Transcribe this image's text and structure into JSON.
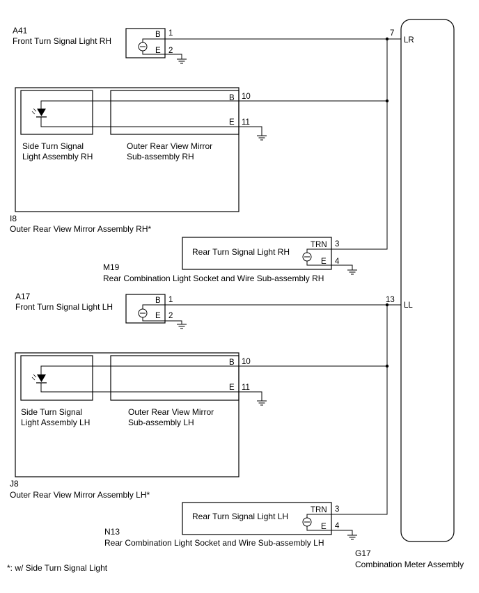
{
  "components": {
    "a41": {
      "code": "A41",
      "name": "Front Turn Signal Light RH",
      "pin_b": "B",
      "pin_e": "E",
      "pin_1": "1",
      "pin_2": "2"
    },
    "i8": {
      "side_name_1": "Side Turn Signal",
      "side_name_2": "Light Assembly RH",
      "mirror_name_1": "Outer Rear View Mirror",
      "mirror_name_2": "Sub-assembly RH",
      "pin_b": "B",
      "pin_e": "E",
      "pin_10": "10",
      "pin_11": "11",
      "code": "I8",
      "name": "Outer Rear View Mirror Assembly RH*"
    },
    "m19": {
      "inner": "Rear Turn Signal Light RH",
      "pin_trn": "TRN",
      "pin_e": "E",
      "pin_3": "3",
      "pin_4": "4",
      "code": "M19",
      "name": "Rear Combination Light Socket and Wire Sub-assembly RH"
    },
    "a17": {
      "code": "A17",
      "name": "Front Turn Signal Light LH",
      "pin_b": "B",
      "pin_e": "E",
      "pin_1": "1",
      "pin_2": "2"
    },
    "j8": {
      "side_name_1": "Side Turn Signal",
      "side_name_2": "Light Assembly LH",
      "mirror_name_1": "Outer Rear View Mirror",
      "mirror_name_2": "Sub-assembly LH",
      "pin_b": "B",
      "pin_e": "E",
      "pin_10": "10",
      "pin_11": "11",
      "code": "J8",
      "name": "Outer Rear View Mirror Assembly LH*"
    },
    "n13": {
      "inner": "Rear Turn Signal Light LH",
      "pin_trn": "TRN",
      "pin_e": "E",
      "pin_3": "3",
      "pin_4": "4",
      "code": "N13",
      "name": "Rear Combination Light Socket and Wire Sub-assembly LH"
    },
    "g17": {
      "pin_7": "7",
      "pin_lr": "LR",
      "pin_13": "13",
      "pin_ll": "LL",
      "code": "G17",
      "name": "Combination Meter Assembly"
    }
  },
  "footnote": "*: w/ Side Turn Signal Light"
}
